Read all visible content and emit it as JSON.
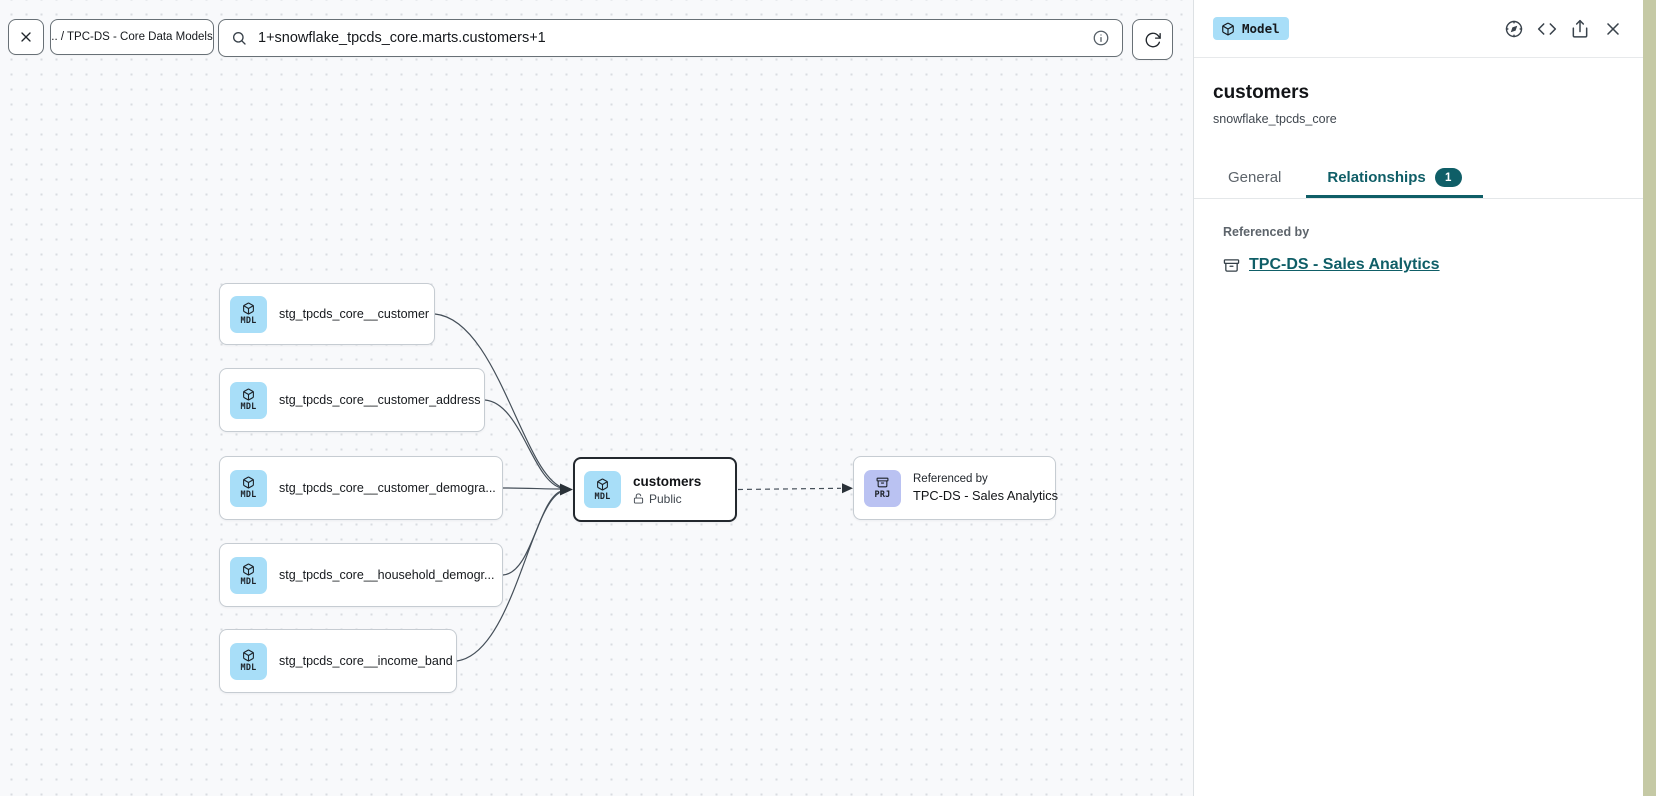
{
  "colors": {
    "accent_teal": "#0f5e67",
    "model_badge_bg": "#a8def8",
    "project_badge_bg": "#bac2f2",
    "canvas_bg": "#f8f9fb",
    "selected_node_border": "#23282e",
    "edge": "#454f59",
    "desktop_strip": "#c5c9a5"
  },
  "toolbar": {
    "breadcrumb": ".. / TPC-DS - Core Data Models",
    "search_value": "1+snowflake_tpcds_core.marts.customers+1",
    "icons": [
      "close-icon",
      "search-icon",
      "info-icon",
      "refresh-icon"
    ]
  },
  "canvas": {
    "nodes": [
      {
        "badge": "MDL",
        "label": "stg_tpcds_core__customer"
      },
      {
        "badge": "MDL",
        "label": "stg_tpcds_core__customer_address"
      },
      {
        "badge": "MDL",
        "label": "stg_tpcds_core__customer_demogra..."
      },
      {
        "badge": "MDL",
        "label": "stg_tpcds_core__household_demogr..."
      },
      {
        "badge": "MDL",
        "label": "stg_tpcds_core__income_band"
      }
    ],
    "selected_node": {
      "badge": "MDL",
      "title": "customers",
      "access": "Public"
    },
    "project_node": {
      "badge": "PRJ",
      "kicker": "Referenced by",
      "title": "TPC-DS - Sales Analytics"
    }
  },
  "panel": {
    "type_badge": "Model",
    "header_icons": [
      "explore-lineage-icon",
      "code-icon",
      "share-icon",
      "close-icon"
    ],
    "title": "customers",
    "subtitle": "snowflake_tpcds_core",
    "tabs": [
      {
        "label": "General",
        "active": false
      },
      {
        "label": "Relationships",
        "badge": "1",
        "active": true
      }
    ],
    "section_heading": "Referenced by",
    "reference_link": "TPC-DS - Sales Analytics"
  }
}
